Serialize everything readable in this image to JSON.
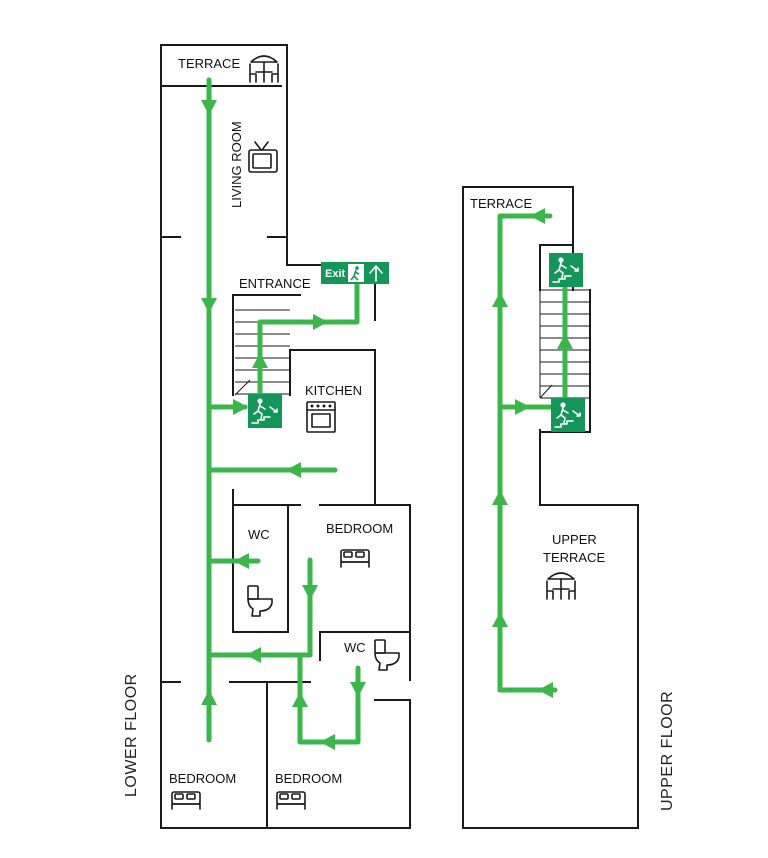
{
  "floors": {
    "lower": {
      "label": "LOWER FLOOR",
      "rooms": {
        "terrace": "TERRACE",
        "living_room": "LIVING ROOM",
        "entrance": "ENTRANCE",
        "kitchen": "KITCHEN",
        "wc_left": "WC",
        "bedroom_middle": "BEDROOM",
        "wc_right": "WC",
        "bedroom_bottom_left": "BEDROOM",
        "bedroom_bottom_right": "BEDROOM"
      }
    },
    "upper": {
      "label": "UPPER FLOOR",
      "rooms": {
        "terrace": "TERRACE",
        "upper_terrace_line1": "UPPER",
        "upper_terrace_line2": "TERRACE"
      }
    }
  },
  "exit_sign": {
    "text": "Exit"
  },
  "icons": [
    "terrace-table-icon",
    "tv-icon",
    "stove-icon",
    "bed-icon",
    "toilet-icon",
    "stair-exit-icon",
    "running-man-icon",
    "up-arrow-icon"
  ],
  "colors": {
    "evacuation_route": "#3cb54a",
    "sign_green": "#14965a",
    "walls": "#1a1a1a"
  }
}
